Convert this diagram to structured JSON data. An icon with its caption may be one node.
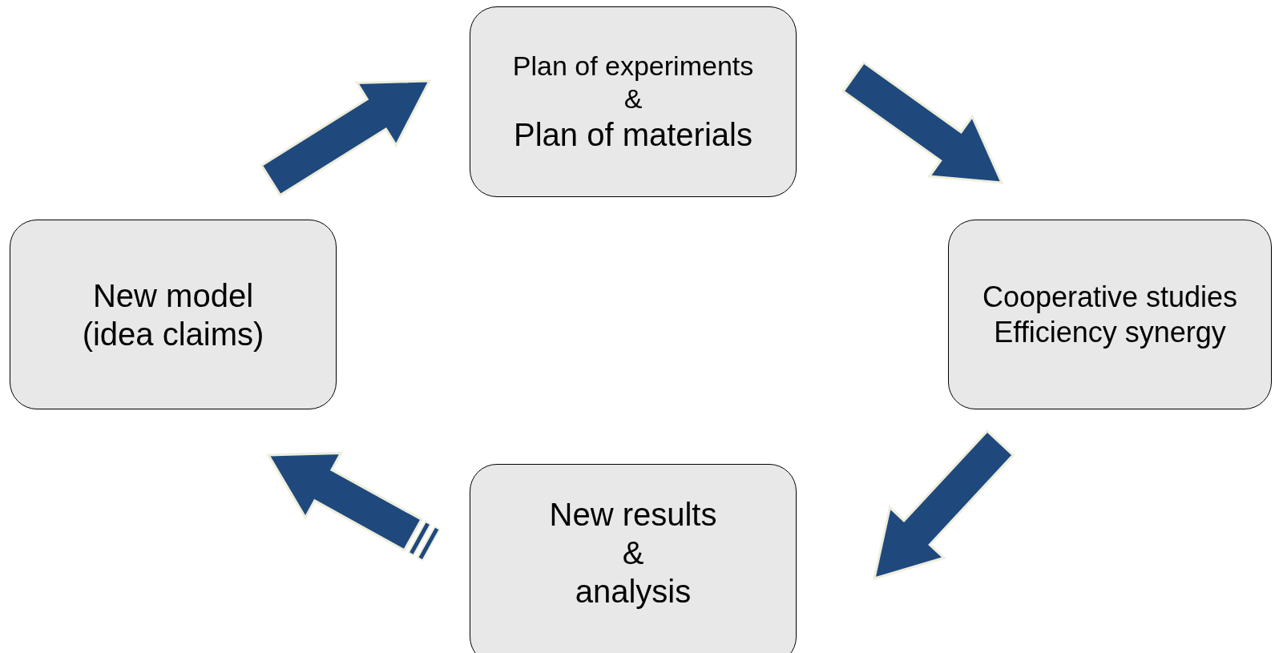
{
  "diagram": {
    "nodes": [
      {
        "text": [
          "New model",
          "(idea claims)"
        ]
      },
      {
        "text": [
          "Plan of experiments",
          "&",
          "Plan of materials"
        ]
      },
      {
        "text": [
          "Cooperative studies",
          "Efficiency synergy"
        ]
      },
      {
        "text": [
          "New results",
          "&",
          "analysis"
        ]
      }
    ],
    "edges": [
      {
        "from": 0,
        "to": 1,
        "arrow": "to"
      },
      {
        "from": 1,
        "to": 2,
        "arrow": "to"
      },
      {
        "from": 2,
        "to": 3,
        "arrow": "to"
      },
      {
        "from": 3,
        "to": 0,
        "arrow": "to"
      }
    ]
  }
}
